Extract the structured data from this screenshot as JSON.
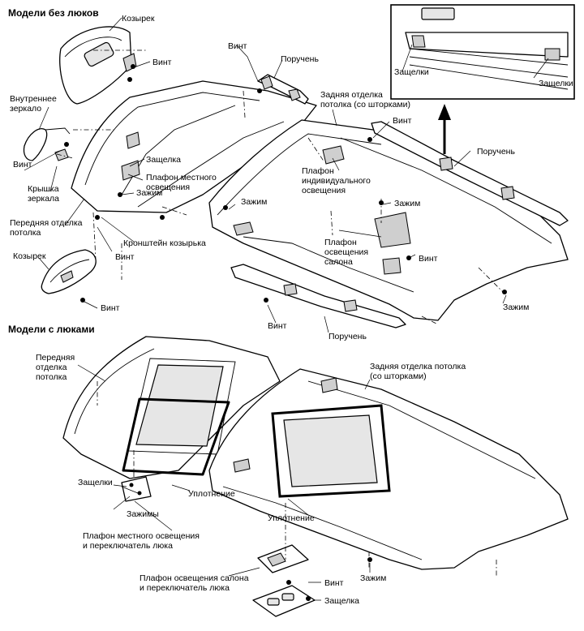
{
  "sections": {
    "no_sunroof": "Модели без люков",
    "with_sunroof": "Модели с люками"
  },
  "labels": {
    "kozyrek_top": "Козырек",
    "vint_1": "Винт",
    "vint_2": "Винт",
    "poruchen_top": "Поручень",
    "inner_mirror": "Внутреннее\nзеркало",
    "vint_mirror": "Винт",
    "mirror_cover": "Крышка\nзеркала",
    "front_trim": "Передняя отделка\nпотолка",
    "zashchelka_1": "Защелка",
    "local_lamp": "Плафон местного\nосвещения",
    "zazhim_1": "Зажим",
    "visor_bracket": "Кронштейн козырька",
    "vint_bracket": "Винт",
    "kozyrek_bottom": "Козырек",
    "vint_visor_bottom": "Винт",
    "rear_trim": "Задняя отделка\nпотолка (со шторками)",
    "vint_rear": "Винт",
    "poruchen_right": "Поручень",
    "individual_lamp": "Плафон\nиндивидуального\nосвещения",
    "zazhim_left": "Зажим",
    "zazhim_right": "Зажим",
    "cabin_lamp": "Плафон\nосвещения\nсалона",
    "vint_cabin": "Винт",
    "zazhim_rear": "Зажим",
    "vint_bottom": "Винт",
    "poruchen_bottom": "Поручень",
    "inset_latches_left": "Защелки",
    "inset_latches_right": "Защелки",
    "s_front_trim": "Передняя\nотделка\nпотолка",
    "s_rear_trim": "Задняя отделка потолка\n(со шторками)",
    "s_latches": "Защелки",
    "s_seal_1": "Уплотнение",
    "s_clips": "Зажимы",
    "s_seal_2": "Уплотнение",
    "s_local_lamp_switch": "Плафон местного освещения\nи переключатель люка",
    "s_zazhim": "Зажим",
    "s_cabin_lamp_switch": "Плафон освещения салона\nи переключатель люка",
    "s_vint": "Винт",
    "s_zashchelka": "Защелка"
  }
}
